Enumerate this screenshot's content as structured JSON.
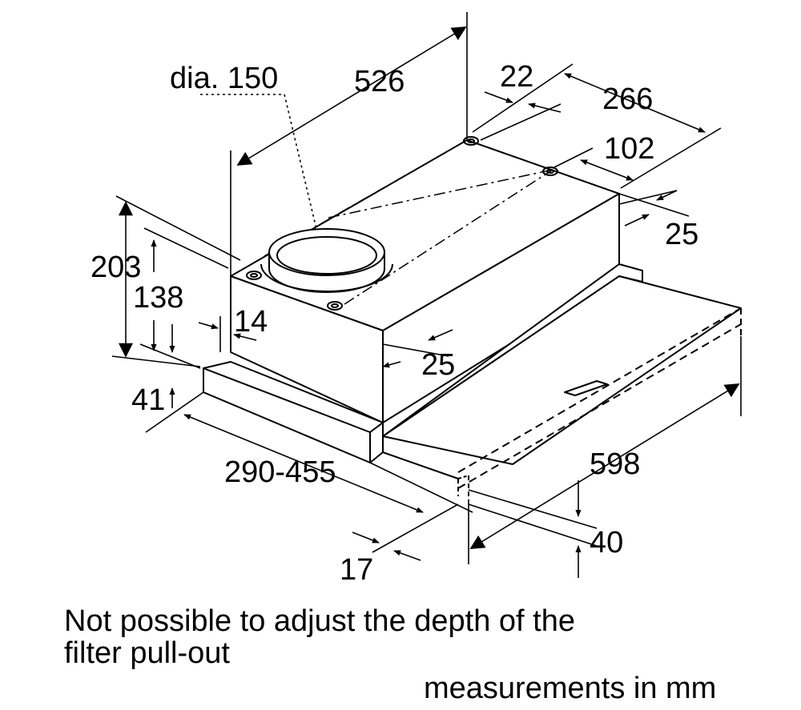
{
  "diagram": {
    "dimension_labels": {
      "duct_diameter": "dia. 150",
      "overall_depth": "526",
      "rear_offset": "22",
      "mount_depth": "266",
      "hole_spacing": "102",
      "side_offset_top": "25",
      "total_height": "203",
      "body_height": "138",
      "inset_14": "14",
      "side_offset_front": "25",
      "front_height": "41",
      "pullout_range": "290-455",
      "front_thickness": "17",
      "width": "598",
      "filter_height": "40"
    },
    "notes": {
      "line1": "Not possible to adjust the depth of the",
      "line2": "filter pull-out",
      "units": "measurements in mm"
    }
  }
}
